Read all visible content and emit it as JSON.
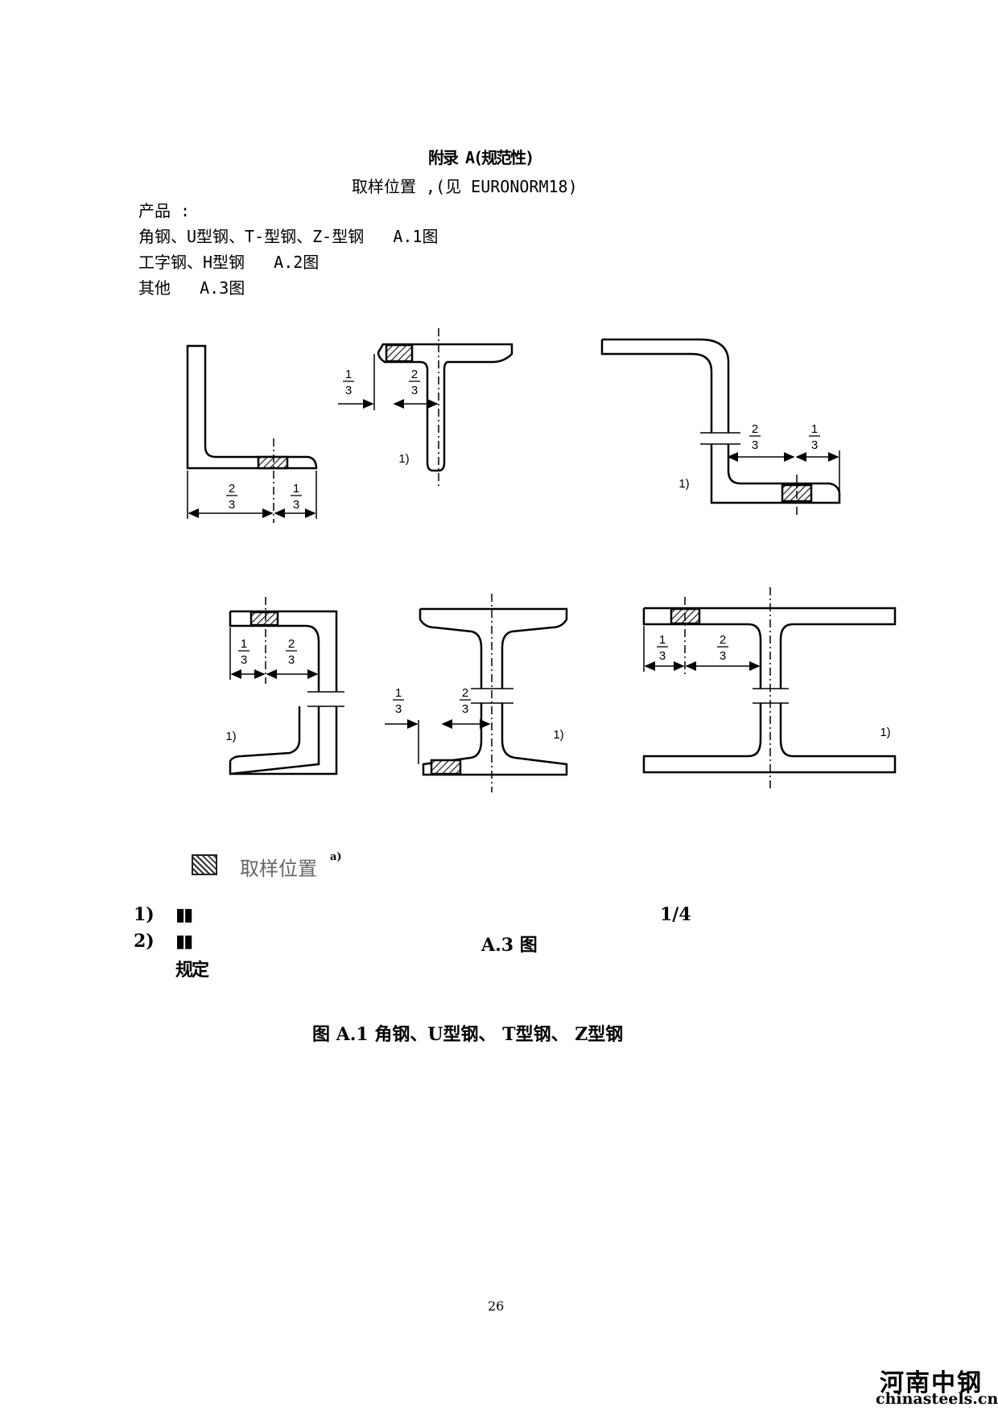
{
  "header": {
    "annex_title": "附录 A(规范性)",
    "subtitle": "取样位置 ,(见 EURONORM18)",
    "line_intro": "产品 :",
    "line_channels": "角钢、U型钢、T-型钢、Z-型钢   A.1图",
    "line_beams": "工字钢、H型钢   A.2图",
    "line_others": "其他   A.3图"
  },
  "figure": {
    "frac_one": "1",
    "frac_two": "2",
    "frac_den": "3",
    "note_mark": "1)"
  },
  "legend": {
    "label": "取样位置",
    "note_mark": "a)"
  },
  "notes": {
    "n1_label": "1)",
    "n1_end": "1/4 ",
    "n2_label": "2)",
    "n2_end": "A.3 图",
    "n2_cont": "规定"
  },
  "caption": {
    "text": "图 A.1 角钢、U型钢、 T型钢、 Z型钢"
  },
  "footer": {
    "page_number": "26",
    "watermark_cn": "河南中钢",
    "watermark_en": "chinasteels.cn"
  }
}
